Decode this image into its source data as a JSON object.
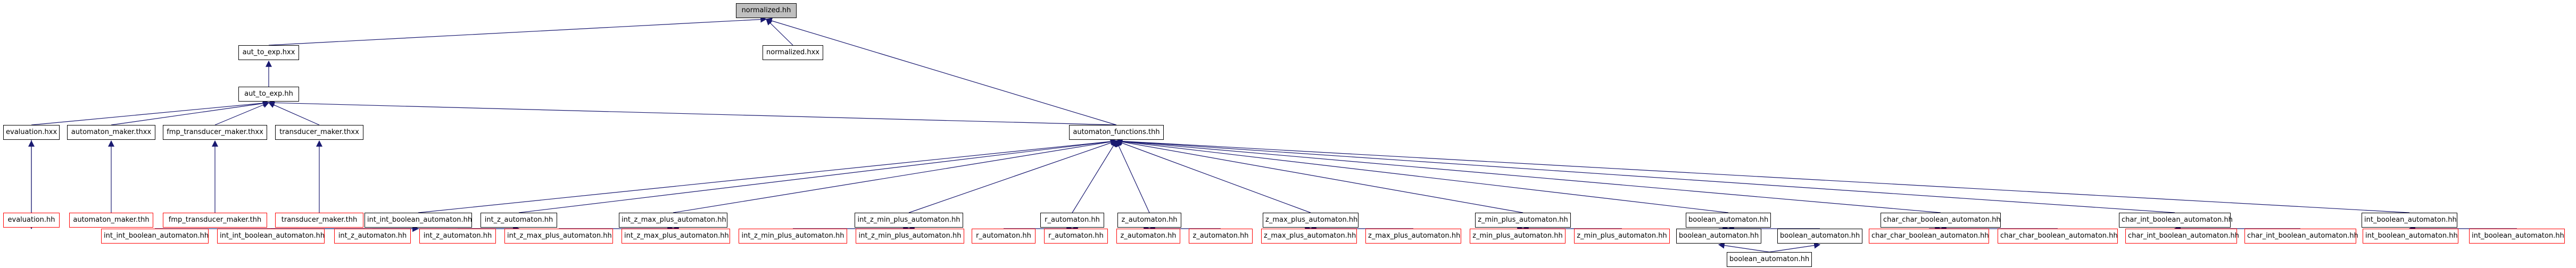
{
  "graph": {
    "edge_color": "#191970",
    "node_border_color": "#000000",
    "missing_border_color": "#ff0000",
    "root_fill_color": "#bfbfbf",
    "nodes": [
      {
        "id": "n0",
        "label": "normalized.hh",
        "style": "root"
      },
      {
        "id": "n1",
        "label": "aut_to_exp.hxx",
        "style": "normal"
      },
      {
        "id": "n2",
        "label": "normalized.hxx",
        "style": "normal"
      },
      {
        "id": "n3",
        "label": "aut_to_exp.hh",
        "style": "normal"
      },
      {
        "id": "n4",
        "label": "evaluation.hxx",
        "style": "normal"
      },
      {
        "id": "n5",
        "label": "automaton_maker.thxx",
        "style": "normal"
      },
      {
        "id": "n6",
        "label": "fmp_transducer_maker.thxx",
        "style": "normal"
      },
      {
        "id": "n7",
        "label": "transducer_maker.thxx",
        "style": "normal"
      },
      {
        "id": "n8",
        "label": "evaluation.hh",
        "style": "missing"
      },
      {
        "id": "n9",
        "label": "automaton_maker.thh",
        "style": "missing"
      },
      {
        "id": "n10",
        "label": "fmp_transducer_maker.thh",
        "style": "missing"
      },
      {
        "id": "n11",
        "label": "transducer_maker.thh",
        "style": "missing"
      },
      {
        "id": "n12",
        "label": "automaton_functions.thh",
        "style": "normal"
      },
      {
        "id": "n13",
        "label": "int_int_boolean_automaton.hh",
        "style": "normal"
      },
      {
        "id": "n14",
        "label": "int_z_automaton.hh",
        "style": "normal"
      },
      {
        "id": "n15",
        "label": "int_z_max_plus_automaton.hh",
        "style": "normal"
      },
      {
        "id": "n16",
        "label": "int_z_min_plus_automaton.hh",
        "style": "normal"
      },
      {
        "id": "n17",
        "label": "r_automaton.hh",
        "style": "normal"
      },
      {
        "id": "n18",
        "label": "z_automaton.hh",
        "style": "normal"
      },
      {
        "id": "n19",
        "label": "z_max_plus_automaton.hh",
        "style": "normal"
      },
      {
        "id": "n20",
        "label": "z_min_plus_automaton.hh",
        "style": "normal"
      },
      {
        "id": "n21",
        "label": "boolean_automaton.hh",
        "style": "normal"
      },
      {
        "id": "n22",
        "label": "char_char_boolean_automaton.hh",
        "style": "normal"
      },
      {
        "id": "n23",
        "label": "char_int_boolean_automaton.hh",
        "style": "normal"
      },
      {
        "id": "n24",
        "label": "int_boolean_automaton.hh",
        "style": "normal"
      },
      {
        "id": "n25",
        "label": "int_int_boolean_automaton.hh",
        "style": "missing"
      },
      {
        "id": "n26",
        "label": "int_int_boolean_automaton.hh",
        "style": "missing"
      },
      {
        "id": "n27",
        "label": "int_z_automaton.hh",
        "style": "missing"
      },
      {
        "id": "n28",
        "label": "int_z_automaton.hh",
        "style": "missing"
      },
      {
        "id": "n29",
        "label": "int_z_max_plus_automaton.hh",
        "style": "missing"
      },
      {
        "id": "n30",
        "label": "int_z_max_plus_automaton.hh",
        "style": "missing"
      },
      {
        "id": "n31",
        "label": "int_z_min_plus_automaton.hh",
        "style": "missing"
      },
      {
        "id": "n32",
        "label": "int_z_min_plus_automaton.hh",
        "style": "missing"
      },
      {
        "id": "n33",
        "label": "r_automaton.hh",
        "style": "missing"
      },
      {
        "id": "n34",
        "label": "r_automaton.hh",
        "style": "missing"
      },
      {
        "id": "n35",
        "label": "z_automaton.hh",
        "style": "missing"
      },
      {
        "id": "n36",
        "label": "z_automaton.hh",
        "style": "missing"
      },
      {
        "id": "n37",
        "label": "z_max_plus_automaton.hh",
        "style": "missing"
      },
      {
        "id": "n38",
        "label": "z_max_plus_automaton.hh",
        "style": "missing"
      },
      {
        "id": "n39",
        "label": "z_min_plus_automaton.hh",
        "style": "missing"
      },
      {
        "id": "n40",
        "label": "z_min_plus_automaton.hh",
        "style": "missing"
      },
      {
        "id": "n41",
        "label": "boolean_automaton.hh",
        "style": "normal"
      },
      {
        "id": "n42",
        "label": "boolean_automaton.hh",
        "style": "normal"
      },
      {
        "id": "n43",
        "label": "char_char_boolean_automaton.hh",
        "style": "missing"
      },
      {
        "id": "n44",
        "label": "char_char_boolean_automaton.hh",
        "style": "missing"
      },
      {
        "id": "n45",
        "label": "char_int_boolean_automaton.hh",
        "style": "missing"
      },
      {
        "id": "n46",
        "label": "char_int_boolean_automaton.hh",
        "style": "missing"
      },
      {
        "id": "n47",
        "label": "int_boolean_automaton.hh",
        "style": "missing"
      },
      {
        "id": "n48",
        "label": "int_boolean_automaton.hh",
        "style": "missing"
      },
      {
        "id": "n49",
        "label": "boolean_automaton.hh",
        "style": "normal"
      }
    ],
    "edges": [
      [
        "n1",
        "n0"
      ],
      [
        "n2",
        "n0"
      ],
      [
        "n12",
        "n0"
      ],
      [
        "n2",
        "n0b"
      ],
      [
        "n3",
        "n1"
      ],
      [
        "n4",
        "n3"
      ],
      [
        "n5",
        "n3"
      ],
      [
        "n6",
        "n3"
      ],
      [
        "n7",
        "n3"
      ],
      [
        "n12",
        "n3"
      ],
      [
        "n8",
        "n4"
      ],
      [
        "n4",
        "n8"
      ],
      [
        "n9",
        "n5"
      ],
      [
        "n10",
        "n6"
      ],
      [
        "n11",
        "n7"
      ],
      [
        "n13",
        "n12"
      ],
      [
        "n14",
        "n12"
      ],
      [
        "n15",
        "n12"
      ],
      [
        "n16",
        "n12"
      ],
      [
        "n17",
        "n12"
      ],
      [
        "n18",
        "n12"
      ],
      [
        "n19",
        "n12"
      ],
      [
        "n20",
        "n12"
      ],
      [
        "n21",
        "n12"
      ],
      [
        "n22",
        "n12"
      ],
      [
        "n23",
        "n12"
      ],
      [
        "n24",
        "n12"
      ],
      [
        "n25",
        "n13"
      ],
      [
        "n26",
        "n13"
      ],
      [
        "n27",
        "n14"
      ],
      [
        "n28",
        "n14"
      ],
      [
        "n29",
        "n15"
      ],
      [
        "n30",
        "n15"
      ],
      [
        "n31",
        "n16"
      ],
      [
        "n32",
        "n16"
      ],
      [
        "n33",
        "n17"
      ],
      [
        "n34",
        "n17"
      ],
      [
        "n35",
        "n18"
      ],
      [
        "n36",
        "n18"
      ],
      [
        "n37",
        "n19"
      ],
      [
        "n38",
        "n19"
      ],
      [
        "n39",
        "n20"
      ],
      [
        "n40",
        "n20"
      ],
      [
        "n41",
        "n21"
      ],
      [
        "n42",
        "n21"
      ],
      [
        "n43",
        "n22"
      ],
      [
        "n44",
        "n22"
      ],
      [
        "n45",
        "n23"
      ],
      [
        "n46",
        "n23"
      ],
      [
        "n47",
        "n24"
      ],
      [
        "n48",
        "n24"
      ],
      [
        "n49",
        "n41"
      ],
      [
        "n49",
        "n42"
      ]
    ]
  }
}
